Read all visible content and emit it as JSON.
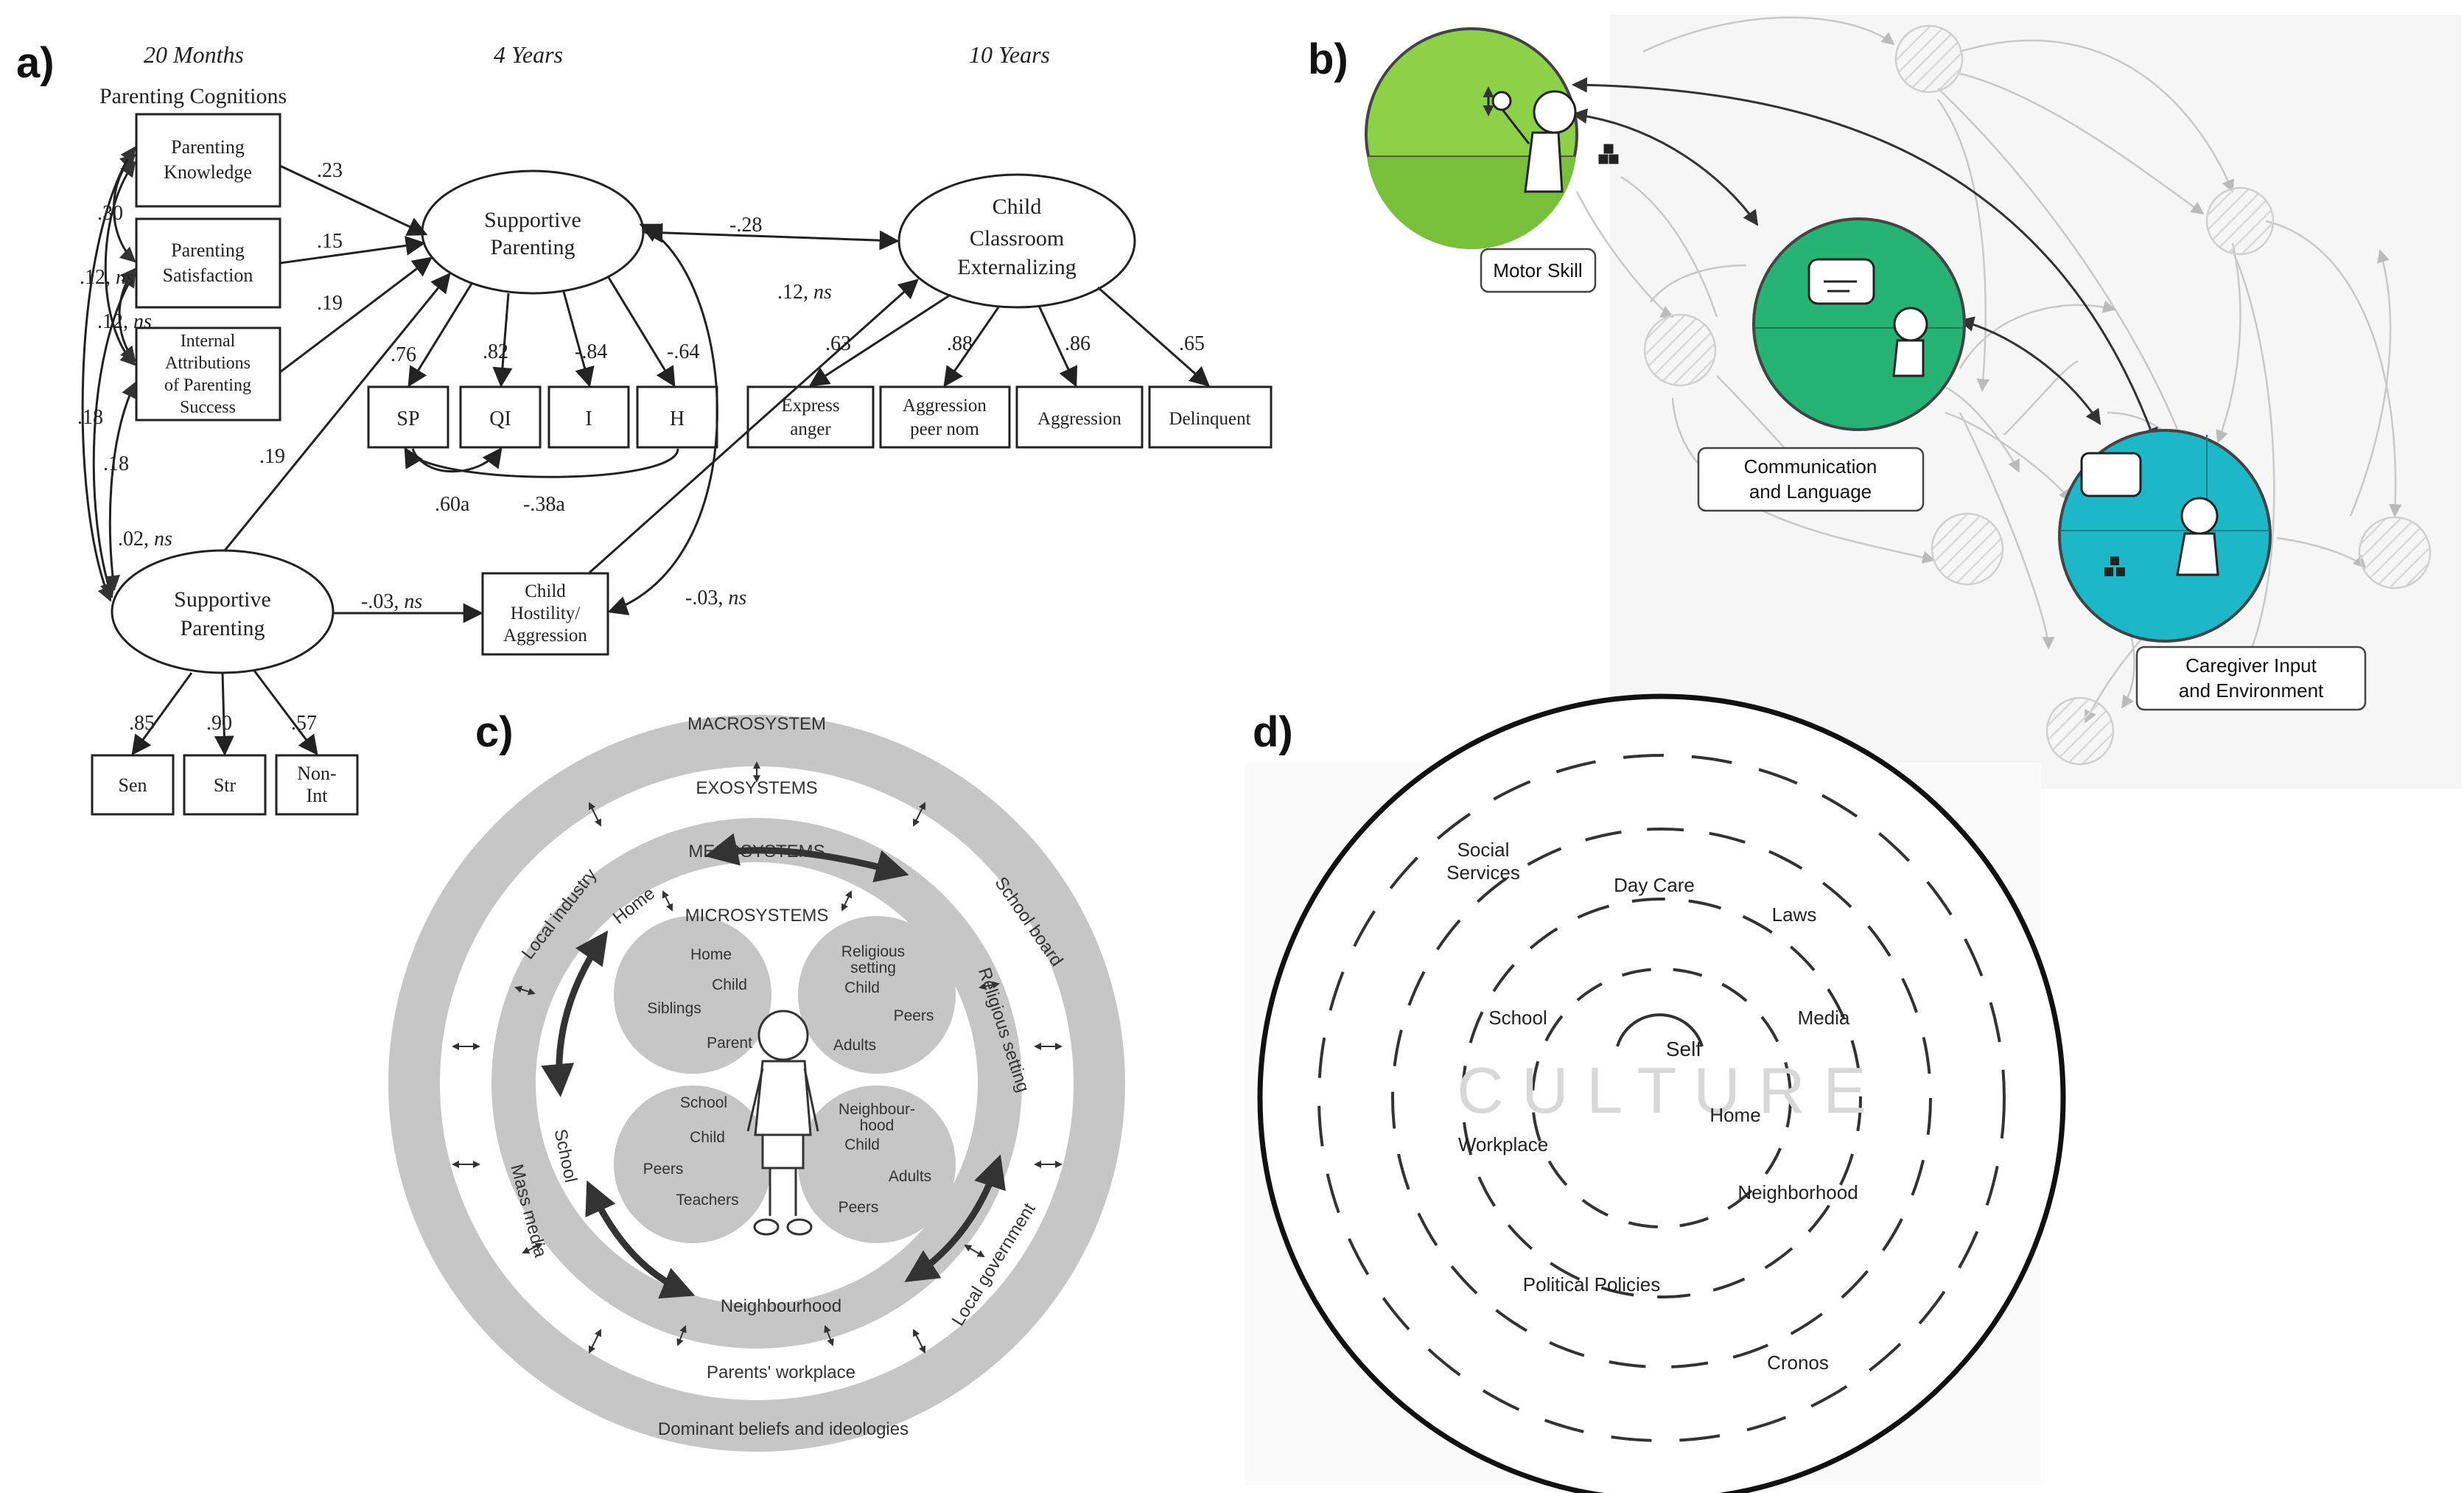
{
  "panel_labels": {
    "a": "a)",
    "b": "b)",
    "c": "c)",
    "d": "d)"
  },
  "panel_a": {
    "time_labels": [
      "20 Months",
      "4 Years",
      "10 Years"
    ],
    "group_label": "Parenting Cognitions",
    "boxes": {
      "knowledge": [
        "Parenting",
        "Knowledge"
      ],
      "satisfaction": [
        "Parenting",
        "Satisfaction"
      ],
      "attributions": [
        "Internal",
        "Attributions",
        "of Parenting",
        "Success"
      ],
      "sp": "SP",
      "qi": "QI",
      "i": "I",
      "h": "H",
      "hostility": [
        "Child",
        "Hostility/",
        "Aggression"
      ],
      "express": [
        "Express",
        "anger"
      ],
      "aggpeer": [
        "Aggression",
        "peer nom"
      ],
      "agg": "Aggression",
      "delinq": "Delinquent",
      "sen": "Sen",
      "str": "Str",
      "nonint": [
        "Non-",
        "Int"
      ]
    },
    "ellipses": {
      "supp4": [
        "Supportive",
        "Parenting"
      ],
      "child10": [
        "Child",
        "Classroom",
        "Externalizing"
      ],
      "supp20": [
        "Supportive",
        "Parenting"
      ]
    },
    "coefs": {
      "k": ".23",
      "s": ".15",
      "a": ".19",
      "supp20_to_supp4": ".19",
      "sp": ".76",
      "qi": ".82",
      "i": "-.84",
      "h": "-.64",
      "supp_child": "-.28",
      "hostility_child": ".12, ns",
      "express": ".63",
      "aggpeer": ".88",
      "agg": ".86",
      "delinq": ".65",
      "corr_60": ".60a",
      "corr_38": "-.38a",
      "supp20_host": "-.03, ns",
      "supp4_host": "-.03, ns",
      "sen": ".85",
      "str": ".90",
      "nonint": ".57",
      "left1": ".30",
      "left2": ".12, ns",
      "left3": ".12, ns",
      "left4": ".18",
      "left5": ".18",
      "left6": ".02, ns"
    }
  },
  "panel_b": {
    "labels": {
      "motor": "Motor Skill",
      "comm": [
        "Communication",
        "and Language"
      ],
      "care": [
        "Caregiver Input",
        "and Environment"
      ]
    },
    "colors": {
      "motor": "#8cd146",
      "comm": "#25b473",
      "care": "#1cb8c8"
    }
  },
  "panel_c": {
    "rings": [
      "MACROSYSTEM",
      "EXOSYSTEMS",
      "MESOSYSTEMS",
      "MICROSYSTEMS"
    ],
    "exo_items": [
      "Local industry",
      "School board",
      "Mass media",
      "Local government"
    ],
    "meso_items": [
      "Home",
      "Religious setting",
      "School",
      "Neighbourhood"
    ],
    "macro_items": [
      "Parents' workplace",
      "Dominant beliefs and ideologies"
    ],
    "micro_home": [
      "Home",
      "Child",
      "Siblings",
      "Parent"
    ],
    "micro_religious": [
      "Religious",
      "setting",
      "Child",
      "Peers",
      "Adults"
    ],
    "micro_school": [
      "School",
      "Child",
      "Peers",
      "Teachers"
    ],
    "micro_neigh": [
      "Neighbour-",
      "hood",
      "Child",
      "Adults",
      "Peers"
    ]
  },
  "panel_d": {
    "culture": "C U L T U R E",
    "labels": [
      "Social",
      "Services",
      "Day Care",
      "Laws",
      "School",
      "Media",
      "Self",
      "Home",
      "Workplace",
      "Neighborhood",
      "Political Policies",
      "Cronos"
    ]
  }
}
